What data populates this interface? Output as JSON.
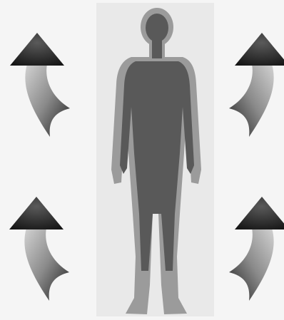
{
  "colors": {
    "background": "#f5f5f5",
    "figure_panel": "#e9e9e9",
    "outer_body": "#9b9b9b",
    "inner_body": "#595959",
    "arrow_light": "#d2d2d2",
    "arrow_mid": "#8a8a8a",
    "arrow_dark": "#1e1e1e",
    "arrow_head": "#151515"
  },
  "diagram": {
    "center_icon": "human-body-silhouette-icon",
    "arrow_icon": "curved-up-arrow-icon",
    "arrows": [
      {
        "id": "top-left",
        "side": "left",
        "direction": "up"
      },
      {
        "id": "bottom-left",
        "side": "left",
        "direction": "up"
      },
      {
        "id": "top-right",
        "side": "right",
        "direction": "up"
      },
      {
        "id": "bottom-right",
        "side": "right",
        "direction": "up"
      }
    ]
  }
}
